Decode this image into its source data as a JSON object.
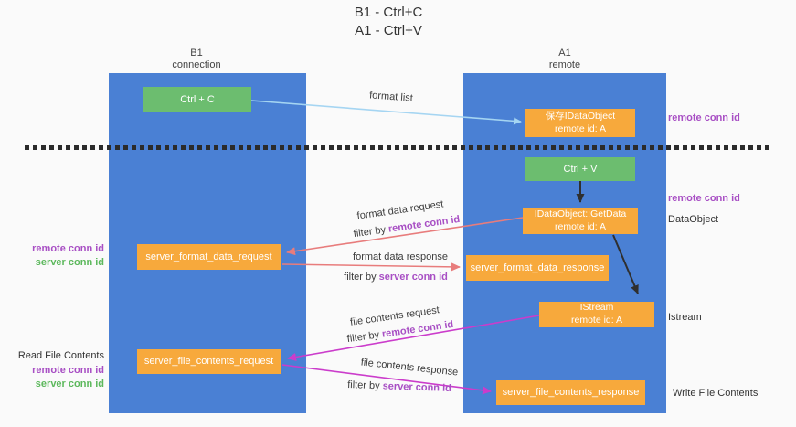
{
  "title": {
    "line1": "B1 - Ctrl+C",
    "line2": "A1 - Ctrl+V"
  },
  "lanes": {
    "left": {
      "title": "B1",
      "subtitle": "connection"
    },
    "right": {
      "title": "A1",
      "subtitle": "remote"
    }
  },
  "nodes": {
    "ctrl_c": "Ctrl + C",
    "ctrl_v": "Ctrl + V",
    "save_dataobject_line1": "保存IDataObject",
    "save_dataobject_line2": "remote id: A",
    "getdata_line1": "IDataObject::GetData",
    "getdata_line2": "remote id: A",
    "istream_line1": "IStream",
    "istream_line2": "remote id: A",
    "server_format_data_request": "server_format_data_request",
    "server_format_data_response": "server_format_data_response",
    "server_file_contents_request": "server_file_contents_request",
    "server_file_contents_response": "server_file_contents_response"
  },
  "flow_labels": {
    "format_list": "format list",
    "format_data_request": "format data request",
    "format_data_response": "format data response",
    "file_contents_request": "file contents request",
    "file_contents_response": "file contents response",
    "filter_by": "filter by ",
    "remote_conn_id": "remote conn id",
    "server_conn_id": "server conn id"
  },
  "annotations": {
    "remote_conn_id": "remote conn id",
    "server_conn_id": "server conn id",
    "dataobject": "DataObject",
    "istream": "Istream",
    "read_file_contents": "Read File Contents",
    "write_file_contents": "Write File Contents"
  },
  "colors": {
    "lane": "#4a80d4",
    "box_orange": "#f7a93c",
    "box_green": "#6cbd6f",
    "purple": "#a84fc4",
    "green_label": "#5cb85c",
    "arrow_red": "#e87c7c",
    "arrow_magenta": "#cb3ccb",
    "arrow_blue": "#a5d5f2"
  }
}
